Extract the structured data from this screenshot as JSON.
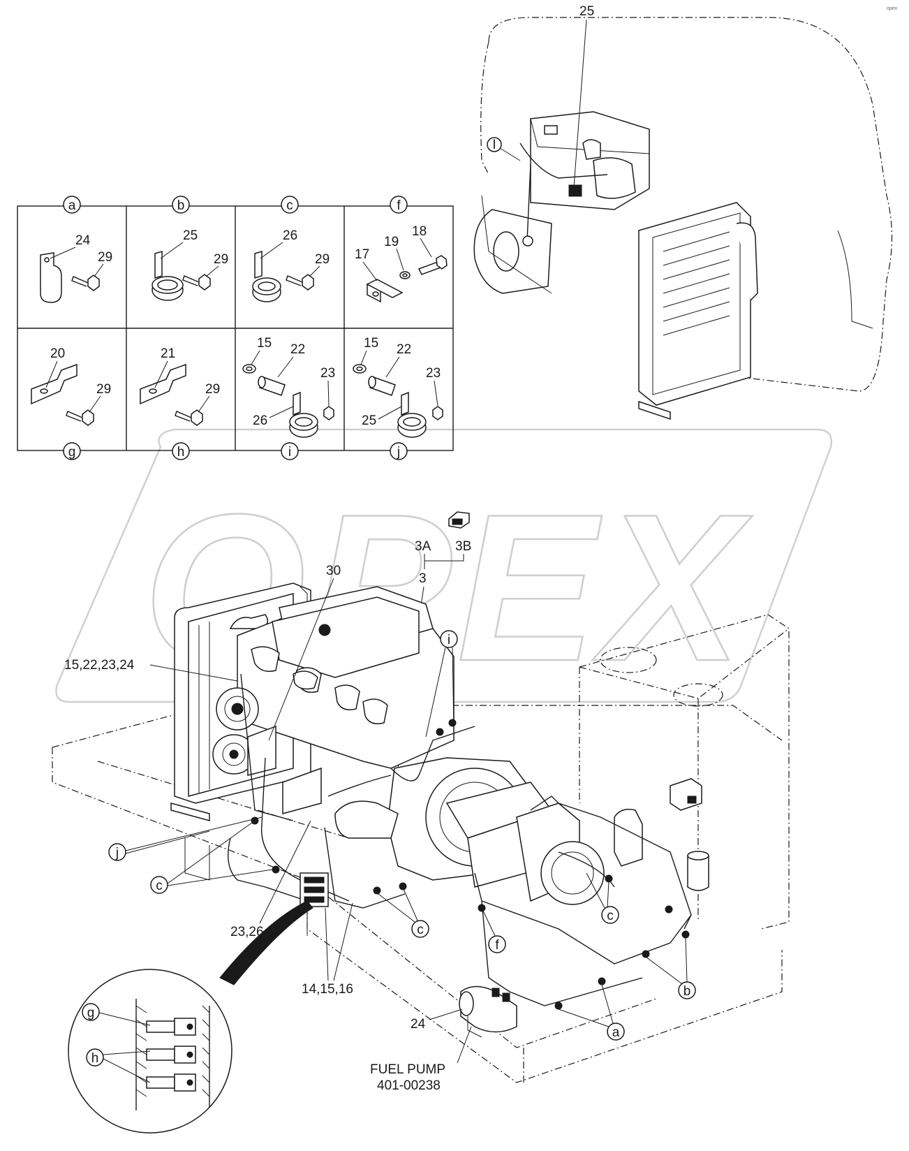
{
  "watermark": "OPEX",
  "corner_mark": "opex",
  "detail_table": {
    "cells": [
      {
        "letter": "a",
        "parts": [
          "24",
          "29"
        ]
      },
      {
        "letter": "b",
        "parts": [
          "25",
          "29"
        ]
      },
      {
        "letter": "c",
        "parts": [
          "26",
          "29"
        ]
      },
      {
        "letter": "f",
        "parts": [
          "19",
          "18",
          "17"
        ]
      },
      {
        "letter": "g",
        "parts": [
          "20",
          "29"
        ]
      },
      {
        "letter": "h",
        "parts": [
          "21",
          "29"
        ]
      },
      {
        "letter": "i",
        "parts": [
          "15",
          "22",
          "23",
          "26"
        ]
      },
      {
        "letter": "j",
        "parts": [
          "15",
          "22",
          "23",
          "25"
        ]
      }
    ]
  },
  "callouts": {
    "top_engine": {
      "part_25": "25",
      "circle_i": "I"
    },
    "connector": {
      "label_3a": "3A",
      "label_3b": "3B",
      "label_3": "3"
    },
    "main": {
      "label_30": "30",
      "label_15_22_23_24": "15,22,23,24",
      "circle_i": "i",
      "circle_j": "j",
      "circle_c_left": "c",
      "label_23_26": "23,26",
      "circle_c_mid": "c",
      "label_14_15_16": "14,15,16",
      "circle_f": "f",
      "circle_c_right": "c",
      "circle_b": "b",
      "circle_a": "a",
      "label_24": "24",
      "fuel_pump_title": "FUEL PUMP",
      "fuel_pump_number": "401-00238"
    },
    "inset": {
      "circle_g": "g",
      "circle_h": "h"
    }
  }
}
